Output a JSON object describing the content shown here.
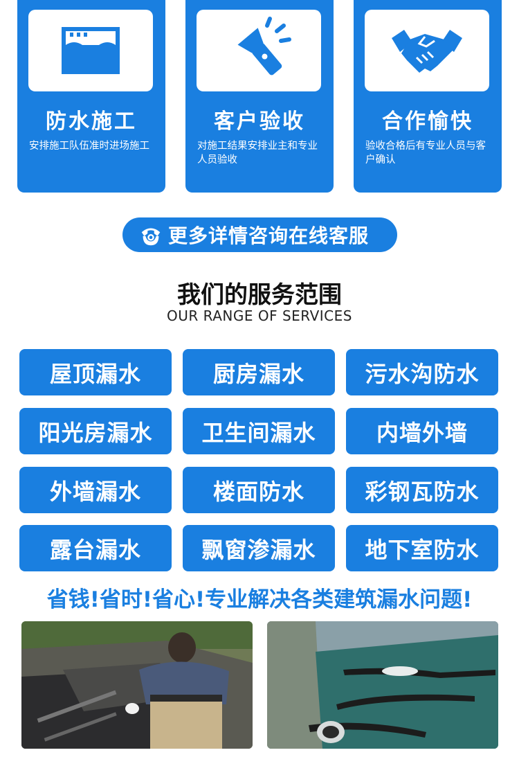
{
  "steps": [
    {
      "title": "防水施工",
      "desc": "安排施工队伍准时进场施工",
      "icon": "water-tank-icon"
    },
    {
      "title": "客户验收",
      "desc": "对施工结果安排业主和专业人员验收",
      "icon": "flashlight-icon"
    },
    {
      "title": "合作愉快",
      "desc": "验收合格后有专业人员与客户确认",
      "icon": "handshake-icon"
    }
  ],
  "consult": {
    "label": "更多详情咨询在线客服",
    "icon": "phone-icon"
  },
  "services_section": {
    "title": "我们的服务范围",
    "subtitle": "OUR RANGE OF SERVICES"
  },
  "services": [
    "屋顶漏水",
    "厨房漏水",
    "污水沟防水",
    "阳光房漏水",
    "卫生间漏水",
    "内墙外墙",
    "外墙漏水",
    "楼面防水",
    "彩钢瓦防水",
    "露台漏水",
    "飘窗渗漏水",
    "地下室防水"
  ],
  "slogan": "省钱!省时!省心!专业解决各类建筑漏水问题!",
  "colors": {
    "accent": "#1a7fe0",
    "text": "#111111",
    "background": "#ffffff"
  }
}
